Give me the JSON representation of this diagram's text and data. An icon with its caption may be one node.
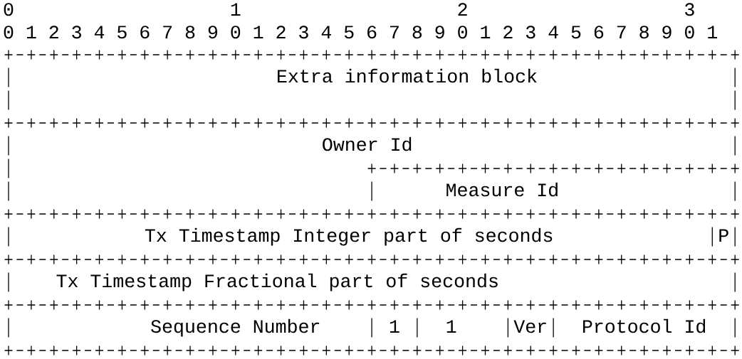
{
  "diagram": {
    "nodes": [
      {
        "text": [
          "Extra information block"
        ]
      },
      {
        "text": [
          "Owner Id"
        ]
      },
      {
        "text": [
          "Measure Id"
        ]
      },
      {
        "text": [
          "Tx Timestamp Integer part of seconds"
        ]
      },
      {
        "text": [
          "P"
        ]
      },
      {
        "text": [
          "Tx Timestamp Fractional part of seconds"
        ]
      },
      {
        "text": [
          "Sequence Number"
        ]
      },
      {
        "text": [
          "1"
        ]
      },
      {
        "text": [
          "1"
        ]
      },
      {
        "text": [
          "Ver"
        ]
      },
      {
        "text": [
          "Protocol Id"
        ]
      }
    ],
    "labels": [
      "0",
      "1",
      "2",
      "3",
      "0",
      "1",
      "2",
      "3",
      "4",
      "5",
      "6",
      "7",
      "8",
      "9",
      "0",
      "1",
      "2",
      "3",
      "4",
      "5",
      "6",
      "7",
      "8",
      "9",
      "0",
      "1",
      "2",
      "3",
      "4",
      "5",
      "6",
      "7",
      "8",
      "9",
      "0",
      "1"
    ]
  }
}
